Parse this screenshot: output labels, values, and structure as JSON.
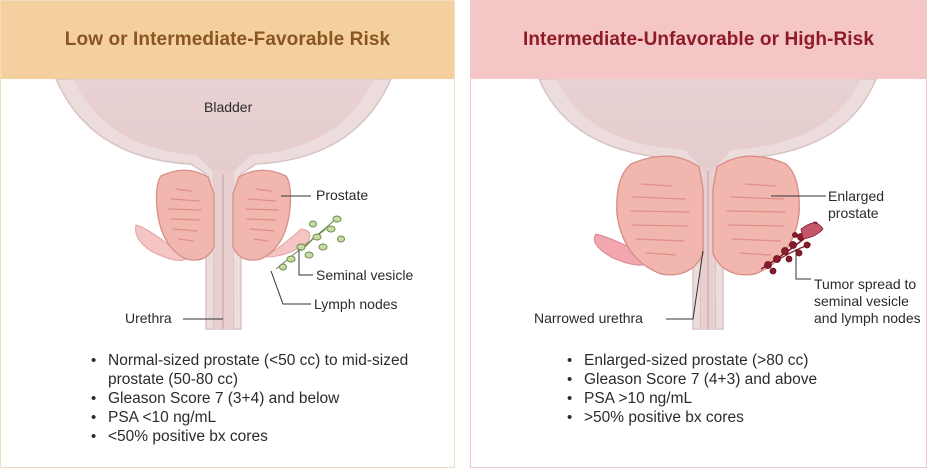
{
  "left_panel": {
    "title": "Low or Intermediate-Favorable Risk",
    "labels": {
      "bladder": "Bladder",
      "prostate": "Prostate",
      "seminal_vesicle": "Seminal vesicle",
      "lymph_nodes": "Lymph nodes",
      "urethra": "Urethra"
    },
    "bullets": [
      "Normal-sized prostate (<50 cc) to mid-sized prostate (50-80 cc)",
      "Gleason Score 7 (3+4) and below",
      "PSA <10 ng/mL",
      "<50% positive bx cores"
    ]
  },
  "right_panel": {
    "title": "Intermediate-Unfavorable or High-Risk",
    "labels": {
      "enlarged_prostate_line1": "Enlarged",
      "enlarged_prostate_line2": "prostate",
      "tumor_spread_line1": "Tumor spread to",
      "tumor_spread_line2": "seminal vesicle",
      "tumor_spread_line3": "and lymph nodes",
      "narrowed_urethra": "Narrowed urethra"
    },
    "bullets": [
      "Enlarged-sized prostate (>80 cc)",
      "Gleason Score 7 (4+3) and above",
      "PSA >10 ng/mL",
      ">50% positive bx cores"
    ]
  },
  "colors": {
    "left_header": "#f4d09f",
    "right_header": "#f4c6c6",
    "left_title": "#8a5520",
    "right_title": "#8e1c26",
    "prostate_fill": "#f1b7ae",
    "bladder_fill": "#d6b1b4",
    "tumor": "#8b1a2a"
  }
}
